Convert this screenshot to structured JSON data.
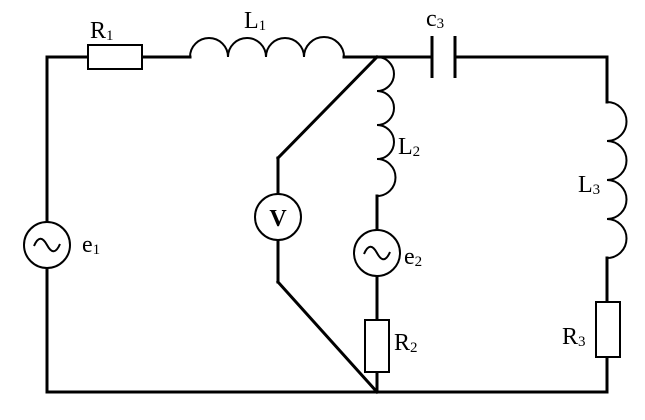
{
  "components": {
    "R1": {
      "letter": "R",
      "index": "1"
    },
    "L1": {
      "letter": "L",
      "index": "1"
    },
    "C3": {
      "letter": "c",
      "index": "3"
    },
    "L2": {
      "letter": "L",
      "index": "2"
    },
    "L3": {
      "letter": "L",
      "index": "3"
    },
    "R2": {
      "letter": "R",
      "index": "2"
    },
    "R3": {
      "letter": "R",
      "index": "3"
    },
    "e1": {
      "letter": "e",
      "index": "1"
    },
    "e2": {
      "letter": "e",
      "index": "2"
    },
    "voltmeter": {
      "letter": "V"
    }
  },
  "icons": {
    "source": "ac-source-icon",
    "voltmeter": "voltmeter-icon"
  }
}
